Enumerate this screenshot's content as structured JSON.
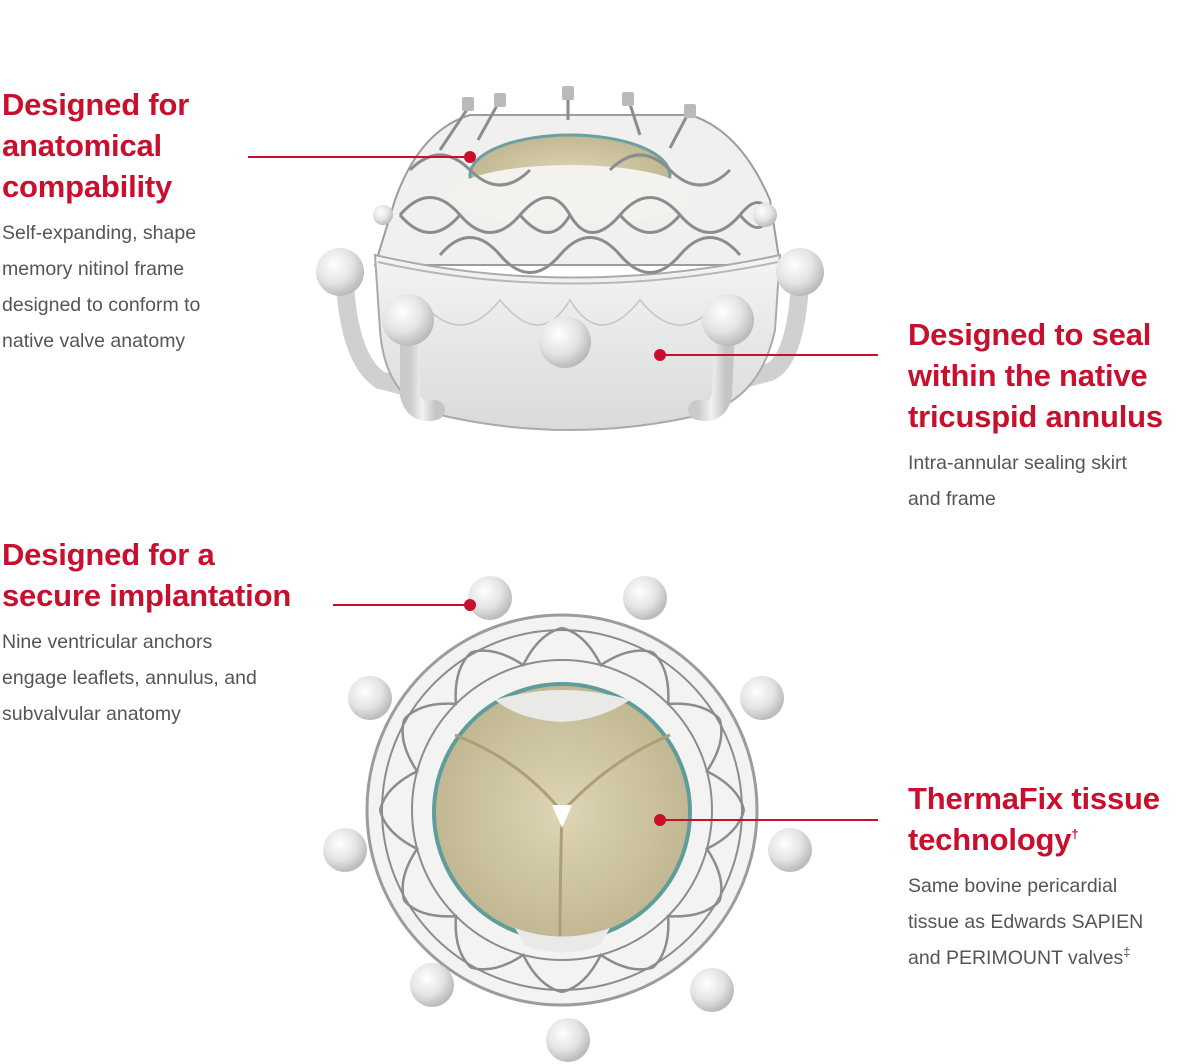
{
  "callouts": [
    {
      "title_lines": [
        "Designed for",
        "anatomical",
        "compability"
      ],
      "body_lines": [
        "Self-expanding, shape",
        "memory nitinol frame",
        "designed to conform to",
        "native valve anatomy"
      ]
    },
    {
      "title_lines": [
        "Designed to seal",
        "within the native",
        "tricuspid annulus"
      ],
      "body_lines": [
        "Intra-annular sealing skirt",
        "and frame"
      ]
    },
    {
      "title_lines": [
        "Designed for a",
        "secure implantation"
      ],
      "body_lines": [
        "Nine ventricular anchors",
        "engage leaflets, annulus, and",
        "subvalvular anatomy"
      ]
    },
    {
      "title_lines": [
        "ThermaFix tissue",
        "technology"
      ],
      "title_mark": "†",
      "body_lines": [
        "Same bovine pericardial",
        "tissue as Edwards SAPIEN",
        "and PERIMOUNT valves"
      ],
      "body_mark": "‡"
    }
  ],
  "colors": {
    "accent": "#c8102e",
    "body_text": "#555555",
    "frame": "#8a8d90",
    "skirt": "#eceded",
    "tissue": "#cfc6a2"
  }
}
